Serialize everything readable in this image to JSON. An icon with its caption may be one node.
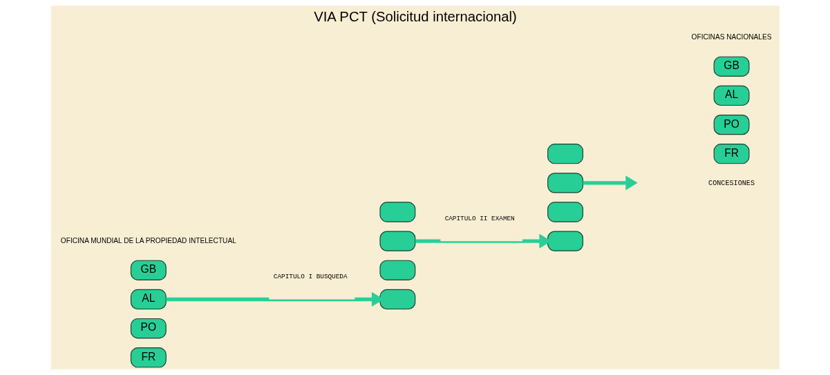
{
  "diagram": {
    "title": "VIA PCT (Solicitud internacional)",
    "nodes": [
      {
        "text": [
          "FR"
        ]
      },
      {
        "text": [
          "PO"
        ]
      },
      {
        "text": [
          "AL"
        ]
      },
      {
        "text": [
          "GB"
        ]
      },
      {
        "text": [],
        "shape": "box"
      },
      {
        "text": [],
        "shape": "box"
      },
      {
        "text": [],
        "shape": "box"
      },
      {
        "text": [],
        "shape": "box"
      },
      {
        "text": [],
        "shape": "box"
      },
      {
        "text": [],
        "shape": "box"
      },
      {
        "text": [],
        "shape": "box"
      },
      {
        "text": [],
        "shape": "box"
      },
      {
        "text": [
          "FR"
        ]
      },
      {
        "text": [
          "PO"
        ]
      },
      {
        "text": [
          "AL"
        ]
      },
      {
        "text": [
          "GB"
        ]
      }
    ],
    "edges": [
      {
        "from": 2,
        "to": 5,
        "arrow": "to",
        "label": "CAPITULO I BUSQUEDA"
      },
      {
        "from": 6,
        "to": 9,
        "arrow": "to",
        "label": "CAPITULO II EXAMEN"
      },
      {
        "from": 10,
        "to": null,
        "arrow": "to"
      }
    ],
    "labels": [
      "CONCESIONES",
      "OFICINA MUNDIAL DE LA PROPIEDAD INTELECTUAL",
      "OFICINAS NACIONALES"
    ]
  }
}
